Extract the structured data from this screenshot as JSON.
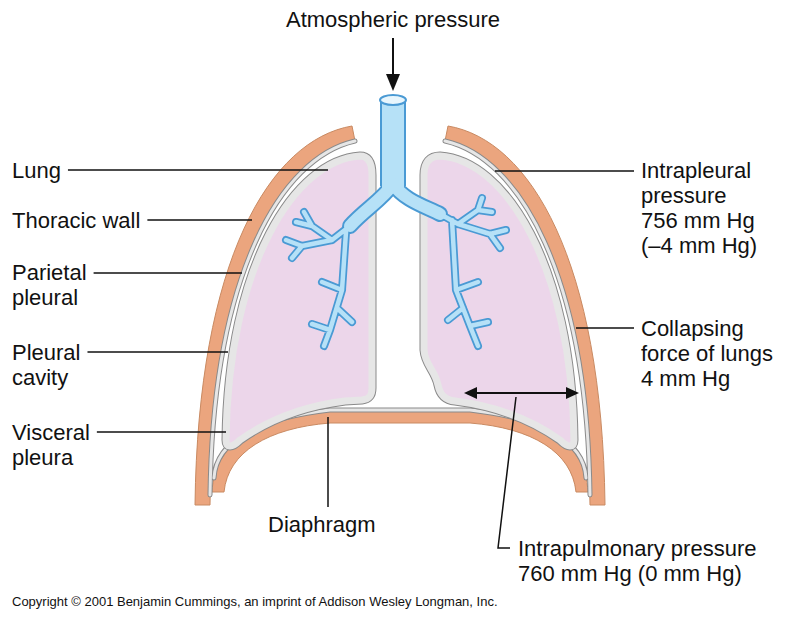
{
  "diagram": {
    "labels": [
      "Atmospheric pressure",
      "Lung",
      "Intrapleural pressure 756 mm Hg (–4 mm Hg)",
      "Thoracic wall",
      "Parietal pleural",
      "Collapsing force of lungs 4 mm Hg",
      "Pleural cavity",
      "Visceral pleura",
      "Diaphragm",
      "Intrapulmonary pressure 760 mm Hg (0 mm Hg)",
      "Copyright © 2001 Benjamin Cummings, an imprint of Addison Wesley Longman, Inc."
    ]
  }
}
